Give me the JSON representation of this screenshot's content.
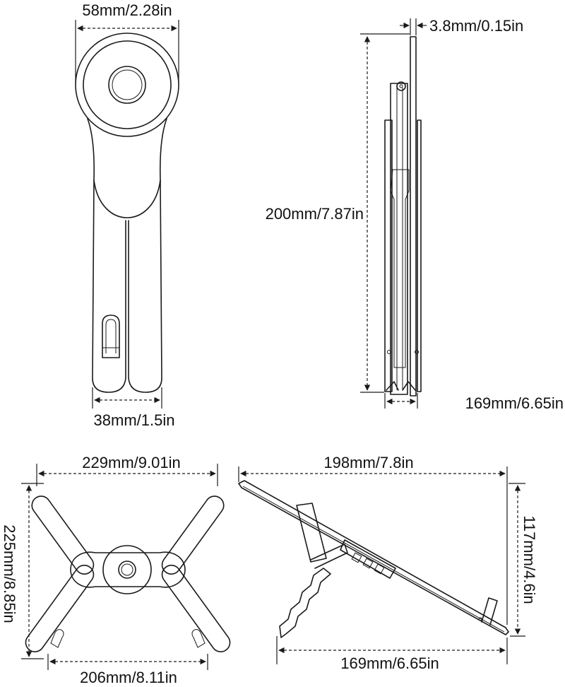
{
  "colors": {
    "line": "#1a1a1a",
    "text": "#111111",
    "background": "#ffffff"
  },
  "views": {
    "folded_top": {
      "width_label": "58mm/2.28in",
      "base_width_label": "38mm/1.5in"
    },
    "folded_side": {
      "thickness_label": "3.8mm/0.15in",
      "height_label": "200mm/7.87in",
      "depth_label": "169mm/6.65in"
    },
    "open_top": {
      "width_label": "229mm/9.01in",
      "height_label": "225mm/8.85in",
      "base_width_label": "206mm/8.11in"
    },
    "open_side": {
      "length_label": "198mm/7.8in",
      "height_label": "117mm/4.6in",
      "base_length_label": "169mm/6.65in"
    }
  }
}
